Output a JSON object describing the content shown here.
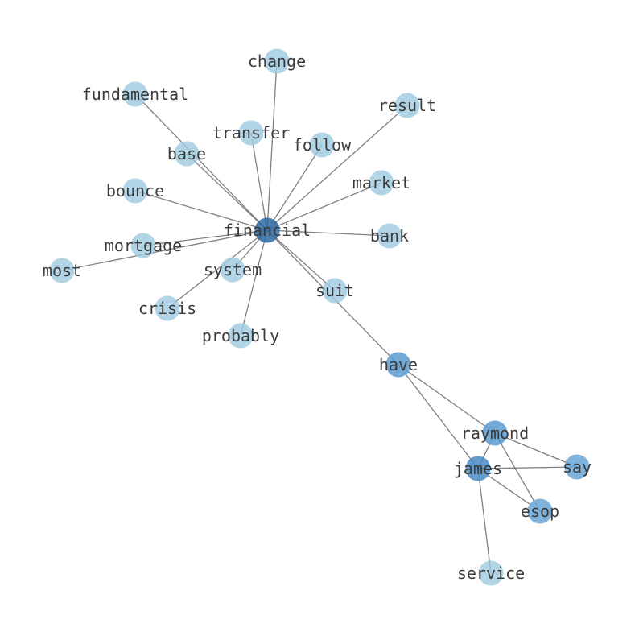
{
  "graph": {
    "nodes": [
      {
        "id": "financial",
        "label": "financial",
        "color": "#2d6aa3",
        "opacity": 0.85
      },
      {
        "id": "change",
        "label": "change",
        "color": "#9ecae1",
        "opacity": 0.8
      },
      {
        "id": "fundamental",
        "label": "fundamental",
        "color": "#9ecae1",
        "opacity": 0.8
      },
      {
        "id": "result",
        "label": "result",
        "color": "#9ecae1",
        "opacity": 0.8
      },
      {
        "id": "transfer",
        "label": "transfer",
        "color": "#9ecae1",
        "opacity": 0.8
      },
      {
        "id": "follow",
        "label": "follow",
        "color": "#9ecae1",
        "opacity": 0.8
      },
      {
        "id": "base",
        "label": "base",
        "color": "#9ecae1",
        "opacity": 0.8
      },
      {
        "id": "market",
        "label": "market",
        "color": "#9ecae1",
        "opacity": 0.8
      },
      {
        "id": "bounce",
        "label": "bounce",
        "color": "#9ecae1",
        "opacity": 0.8
      },
      {
        "id": "bank",
        "label": "bank",
        "color": "#9ecae1",
        "opacity": 0.8
      },
      {
        "id": "mortgage",
        "label": "mortgage",
        "color": "#9ecae1",
        "opacity": 0.8
      },
      {
        "id": "most",
        "label": "most",
        "color": "#9ecae1",
        "opacity": 0.8
      },
      {
        "id": "system",
        "label": "system",
        "color": "#9ecae1",
        "opacity": 0.8
      },
      {
        "id": "suit",
        "label": "suit",
        "color": "#9ecae1",
        "opacity": 0.8
      },
      {
        "id": "crisis",
        "label": "crisis",
        "color": "#9ecae1",
        "opacity": 0.8
      },
      {
        "id": "probably",
        "label": "probably",
        "color": "#9ecae1",
        "opacity": 0.8
      },
      {
        "id": "have",
        "label": "have",
        "color": "#5b9bd0",
        "opacity": 0.85
      },
      {
        "id": "raymond",
        "label": "raymond",
        "color": "#5b9bd0",
        "opacity": 0.85
      },
      {
        "id": "james",
        "label": "james",
        "color": "#4a8ac4",
        "opacity": 0.85
      },
      {
        "id": "say",
        "label": "say",
        "color": "#6aa6d6",
        "opacity": 0.85
      },
      {
        "id": "esop",
        "label": "esop",
        "color": "#6aa6d6",
        "opacity": 0.85
      },
      {
        "id": "service",
        "label": "service",
        "color": "#9ecae1",
        "opacity": 0.8
      }
    ],
    "edges": [
      [
        "financial",
        "change"
      ],
      [
        "financial",
        "fundamental"
      ],
      [
        "financial",
        "result"
      ],
      [
        "financial",
        "transfer"
      ],
      [
        "financial",
        "follow"
      ],
      [
        "financial",
        "base"
      ],
      [
        "financial",
        "market"
      ],
      [
        "financial",
        "bounce"
      ],
      [
        "financial",
        "bank"
      ],
      [
        "financial",
        "mortgage"
      ],
      [
        "financial",
        "most"
      ],
      [
        "financial",
        "system"
      ],
      [
        "financial",
        "crisis"
      ],
      [
        "financial",
        "probably"
      ],
      [
        "financial",
        "suit"
      ],
      [
        "financial",
        "have"
      ],
      [
        "have",
        "raymond"
      ],
      [
        "have",
        "james"
      ],
      [
        "raymond",
        "say"
      ],
      [
        "raymond",
        "esop"
      ],
      [
        "raymond",
        "james"
      ],
      [
        "james",
        "say"
      ],
      [
        "james",
        "esop"
      ],
      [
        "james",
        "service"
      ]
    ]
  }
}
